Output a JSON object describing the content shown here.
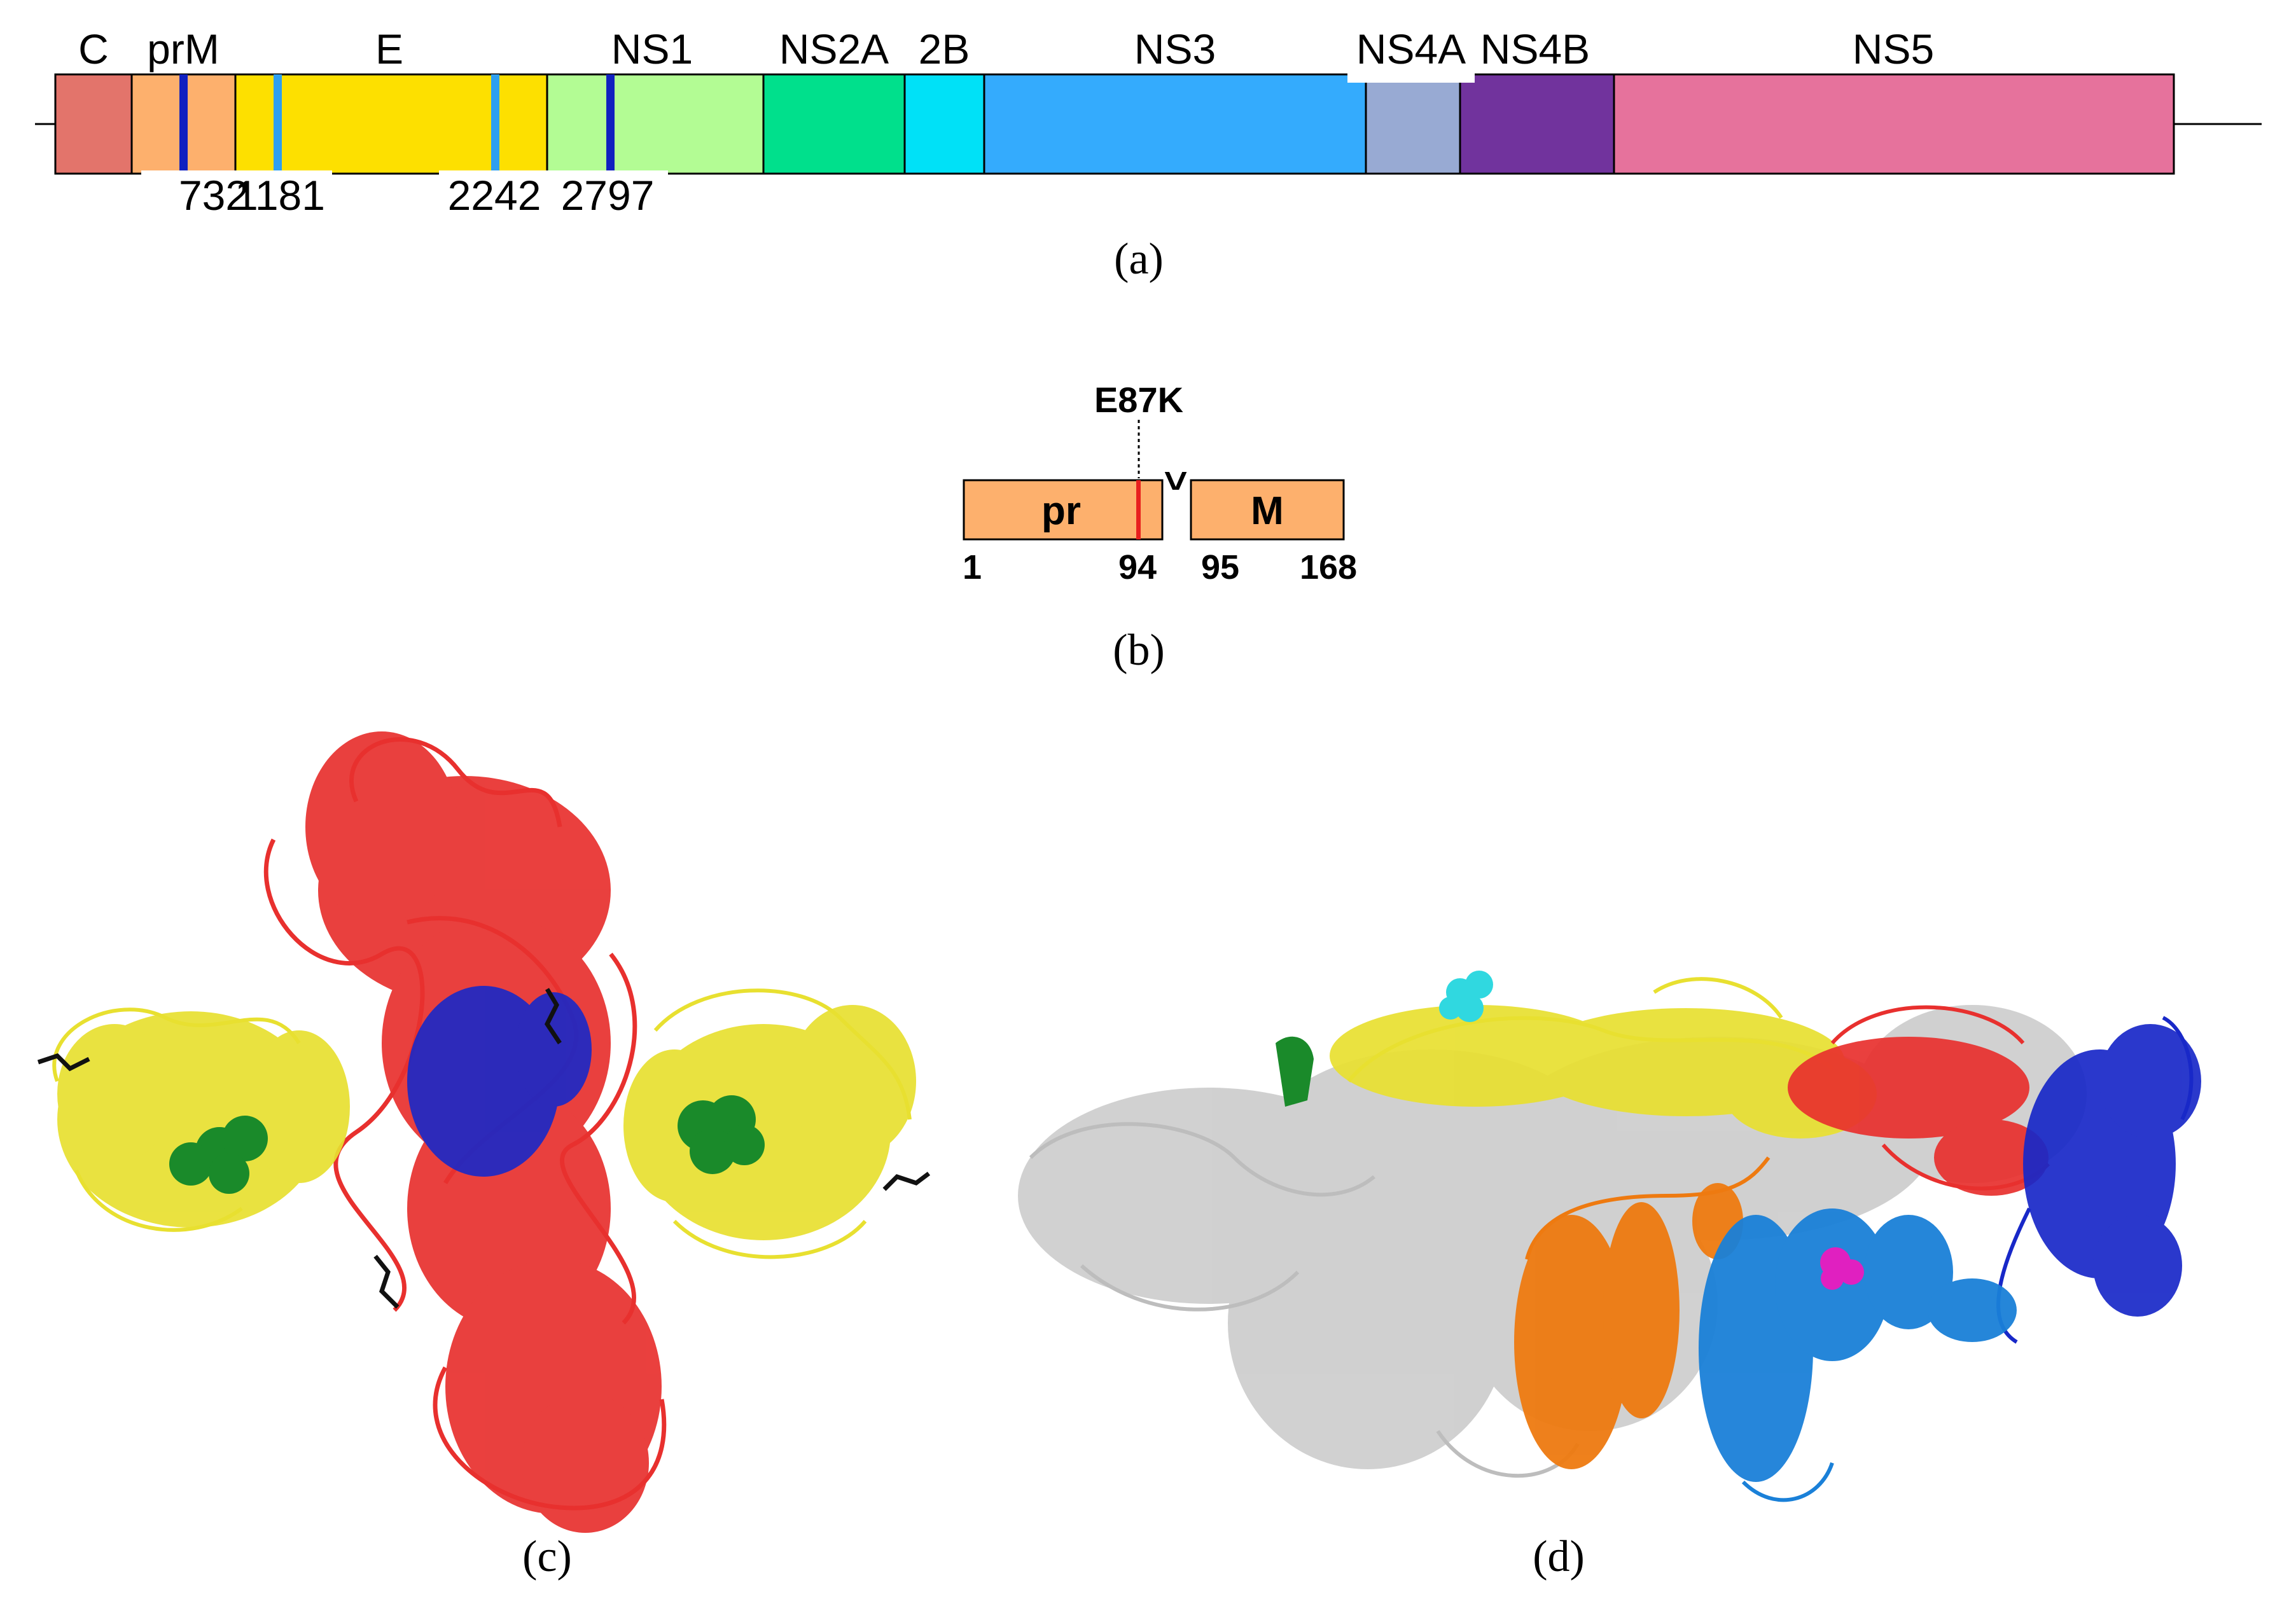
{
  "colors": {
    "C": "#e3746b",
    "prM": "#fdb06d",
    "E": "#fde000",
    "NS1": "#b3fc94",
    "NS2A": "#00e08c",
    "NS2B": "#00e1f7",
    "NS3": "#34abfd",
    "NS4A": "#98aad3",
    "NS4B": "#71339d",
    "NS5": "#e6729c",
    "marker_dark": "#1020c0",
    "marker_light": "#2e9ff0",
    "mutation": "#e8201e",
    "red_protein": "#e8302e",
    "yellow_protein": "#e8e030",
    "blue_protein": "#1828c8",
    "green_sphere": "#1a8a2a",
    "gray_protein": "#cccccc",
    "orange_helix": "#ee7a10",
    "blue_helix": "#1a80d8",
    "cyan_sphere": "#30d8e0",
    "magenta_sphere": "#e020c0"
  },
  "panel_a": {
    "caption": "(a)",
    "segments": [
      {
        "label": "C",
        "color_key": "C"
      },
      {
        "label": "prM",
        "color_key": "prM"
      },
      {
        "label": "E",
        "color_key": "E"
      },
      {
        "label": "NS1",
        "color_key": "NS1"
      },
      {
        "label": "NS2A",
        "color_key": "NS2A"
      },
      {
        "label": "2B",
        "color_key": "NS2B"
      },
      {
        "label": "NS3",
        "color_key": "NS3"
      },
      {
        "label": "NS4A",
        "color_key": "NS4A"
      },
      {
        "label": "NS4B",
        "color_key": "NS4B"
      },
      {
        "label": "NS5",
        "color_key": "NS5"
      }
    ],
    "position_labels": [
      "732",
      "1181",
      "2242",
      "2797"
    ]
  },
  "panel_b": {
    "caption": "(b)",
    "mutation_label": "E87K",
    "cleavage_symbol": "^",
    "pr_label": "pr",
    "m_label": "M",
    "numbers": [
      "1",
      "94",
      "95",
      "168"
    ]
  },
  "panel_c": {
    "caption": "(c)"
  },
  "panel_d": {
    "caption": "(d)"
  }
}
